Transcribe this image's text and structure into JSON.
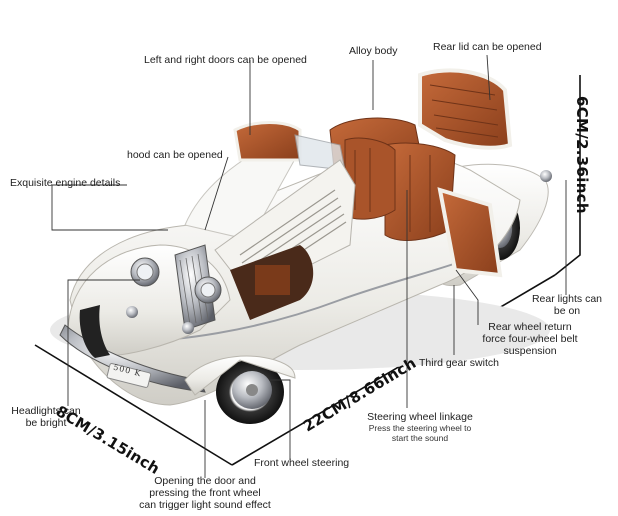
{
  "labels": {
    "doors": "Left and right doors can be opened",
    "alloy_body": "Alloy body",
    "rear_lid": "Rear lid can be opened",
    "hood": "hood can be opened",
    "engine": "Exquisite engine details",
    "rear_lights_1": "Rear lights can",
    "rear_lights_2": "be on",
    "rear_wheel_1": "Rear wheel return",
    "rear_wheel_2": "force four-wheel belt",
    "rear_wheel_3": "suspension",
    "third_gear": "Third gear switch",
    "steering_link": "Steering wheel linkage",
    "steering_sub_1": "Press the steering wheel to",
    "steering_sub_2": "start the sound",
    "headlights_1": "Headlights can",
    "headlights_2": "be bright",
    "front_wheel": "Front wheel steering",
    "door_sound_1": "Opening the door and",
    "door_sound_2": "pressing the front wheel",
    "door_sound_3": "can trigger light sound effect"
  },
  "dimensions": {
    "height": "6CM/2.36inch",
    "width": "8CM/3.15inch",
    "length": "22CM/8.66inch"
  },
  "plate": "500 K"
}
